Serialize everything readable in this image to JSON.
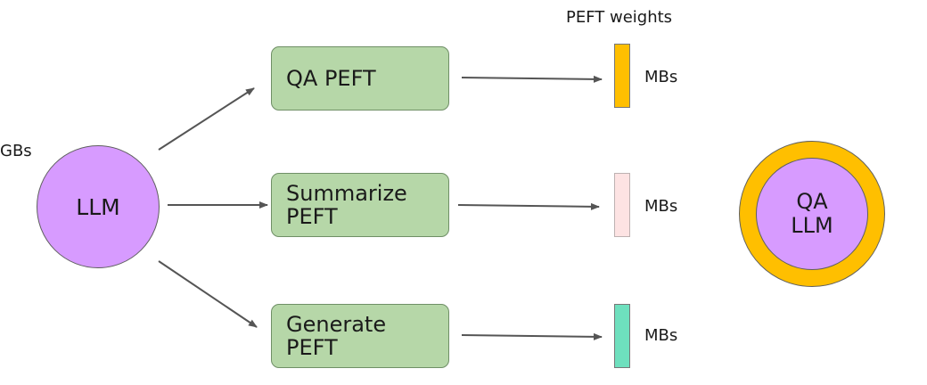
{
  "llm": {
    "label": "LLM",
    "size_label": "GBs"
  },
  "peft_weights_heading": "PEFT weights",
  "pefts": [
    {
      "label": "QA PEFT",
      "weight_size": "MBs",
      "color": "#ffbf00"
    },
    {
      "label": "Summarize\nPEFT",
      "weight_size": "MBs",
      "color": "#fde3e3"
    },
    {
      "label": "Generate\nPEFT",
      "weight_size": "MBs",
      "color": "#6ee0be"
    }
  ],
  "result": {
    "label": "QA\nLLM",
    "ring_color": "#ffbf00",
    "core_color": "#d79bff"
  },
  "colors": {
    "llm": "#d79bff",
    "peft_box": "#b6d7a8",
    "arrow": "#555555"
  }
}
